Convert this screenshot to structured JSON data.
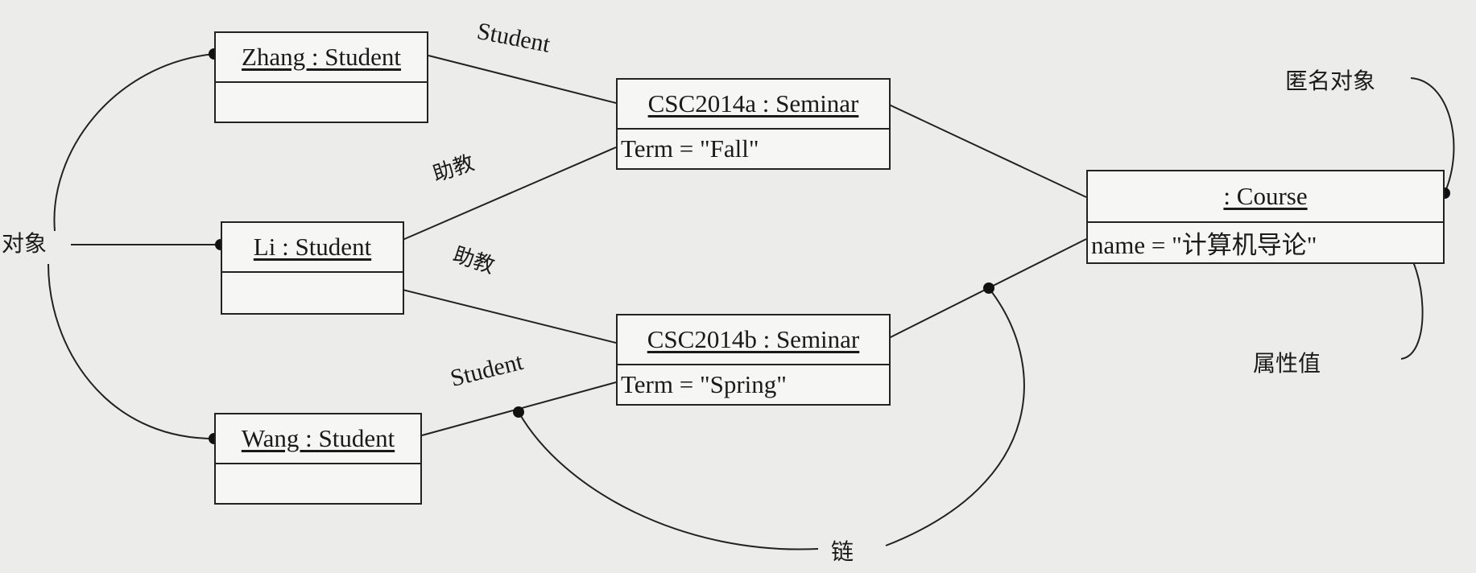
{
  "objects": {
    "zhang": {
      "name": "Zhang : Student",
      "attribute": ""
    },
    "li": {
      "name": "Li : Student",
      "attribute": ""
    },
    "wang": {
      "name": "Wang : Student",
      "attribute": ""
    },
    "seminar_a": {
      "name": "CSC2014a : Seminar",
      "attribute": "Term = \"Fall\""
    },
    "seminar_b": {
      "name": "CSC2014b : Seminar",
      "attribute": "Term = \"Spring\""
    },
    "course": {
      "name": ": Course",
      "attribute": "name = \"计算机导论\""
    }
  },
  "link_labels": {
    "zhang_seminar_a": "Student",
    "li_seminar_a": "助教",
    "li_seminar_b": "助教",
    "wang_seminar_b": "Student"
  },
  "annotations": {
    "object": "对象",
    "anonymous_object": "匿名对象",
    "attribute_value": "属性值",
    "link": "链"
  }
}
